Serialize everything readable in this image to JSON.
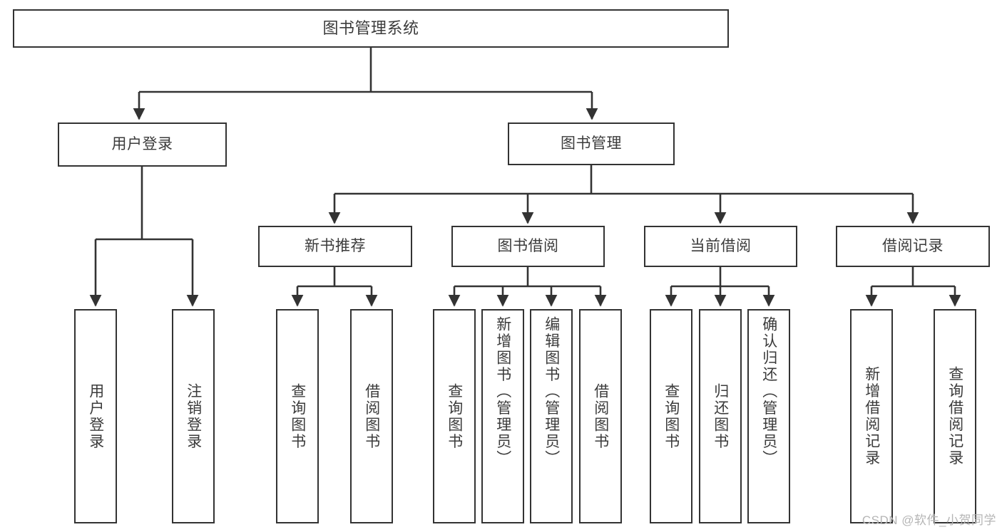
{
  "diagram": {
    "title": "图书管理系统",
    "type": "tree",
    "background_color": "#ffffff",
    "stroke_color": "#333333",
    "text_color": "#3b3b3b",
    "watermark": "CSDN @软件_小贺同学"
  },
  "nodes": {
    "root": {
      "label": "图书管理系统"
    },
    "level2": [
      {
        "id": "user-login",
        "label": "用户登录"
      },
      {
        "id": "book-manage",
        "label": "图书管理"
      }
    ],
    "level3": [
      {
        "id": "new-book-recommend",
        "label": "新书推荐"
      },
      {
        "id": "book-borrow",
        "label": "图书借阅"
      },
      {
        "id": "current-borrow",
        "label": "当前借阅"
      },
      {
        "id": "borrow-record",
        "label": "借阅记录"
      }
    ],
    "leaves": {
      "user_login": [
        {
          "id": "leaf-user-login",
          "label": "用户登录"
        },
        {
          "id": "leaf-logout-login",
          "label": "注销登录"
        }
      ],
      "new_book_recommend": [
        {
          "id": "leaf-query-book-1",
          "label": "查询图书"
        },
        {
          "id": "leaf-borrow-book-1",
          "label": "借阅图书"
        }
      ],
      "book_borrow": [
        {
          "id": "leaf-query-book-2",
          "label": "查询图书"
        },
        {
          "id": "leaf-add-book",
          "label": "新增图书（管理员）"
        },
        {
          "id": "leaf-edit-book",
          "label": "编辑图书（管理员）"
        },
        {
          "id": "leaf-borrow-book-2",
          "label": "借阅图书"
        }
      ],
      "current_borrow": [
        {
          "id": "leaf-query-book-3",
          "label": "查询图书"
        },
        {
          "id": "leaf-return-book",
          "label": "归还图书"
        },
        {
          "id": "leaf-confirm-return",
          "label": "确认归还（管理员）"
        }
      ],
      "borrow_record": [
        {
          "id": "leaf-add-record",
          "label": "新增借阅记录"
        },
        {
          "id": "leaf-query-record",
          "label": "查询借阅记录"
        }
      ]
    }
  }
}
